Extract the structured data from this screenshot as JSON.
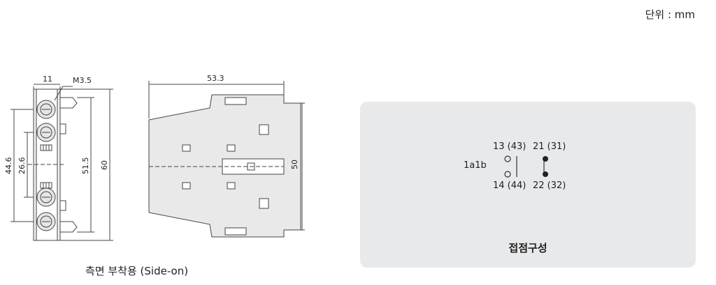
{
  "unit_label": "단위 : mm",
  "side_view": {
    "dims": {
      "width_top": "11",
      "screw": "M3.5",
      "height_outer": "44.6",
      "height_inner": "26.6",
      "height_51": "51.5",
      "height_60": "60"
    },
    "caption": "측면 부착용 (Side-on)"
  },
  "front_view": {
    "dims": {
      "width": "53.3",
      "height": "50"
    }
  },
  "contact_panel": {
    "title": "접점구성",
    "type_label": "1a1b",
    "terminal_13": "13 (43)",
    "terminal_14": "14 (44)",
    "terminal_21": "21 (31)",
    "terminal_22": "22 (32)"
  }
}
